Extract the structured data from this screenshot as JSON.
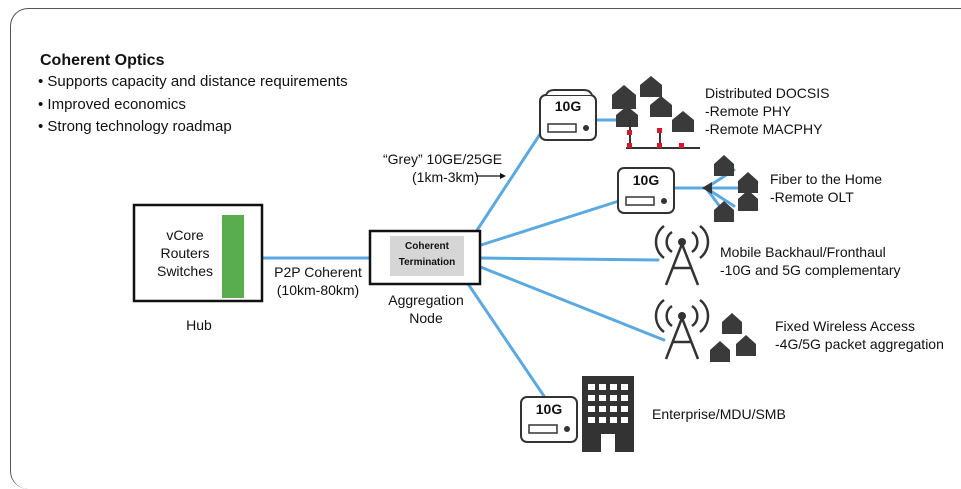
{
  "intro": {
    "title": "Coherent Optics",
    "bullets": [
      "Supports capacity and distance requirements",
      "Improved economics",
      "Strong technology roadmap"
    ]
  },
  "hub": {
    "lines": [
      "vCore",
      "Routers",
      "Switches"
    ],
    "caption": "Hub"
  },
  "p2p": {
    "line1": "P2P Coherent",
    "line2": "(10km-80km)"
  },
  "aggregation": {
    "box_line1": "Coherent",
    "box_line2": "Termination",
    "caption_line1": "Aggregation",
    "caption_line2": "Node"
  },
  "grey_link": {
    "line1": "“Grey” 10GE/25GE",
    "line2": "(1km-3km)"
  },
  "node_label": "10G",
  "endpoints": {
    "docsis": [
      "Distributed DOCSIS",
      "-Remote PHY",
      "-Remote MACPHY"
    ],
    "ftth": [
      "Fiber to the Home",
      "-Remote OLT"
    ],
    "mobile": [
      "Mobile Backhaul/Fronthaul",
      "-10G and 5G complementary"
    ],
    "fwa": [
      "Fixed Wireless Access",
      "-4G/5G packet aggregation"
    ],
    "enterprise": [
      "Enterprise/MDU/SMB"
    ]
  },
  "colors": {
    "link": "#5aa9e0",
    "hub_bar": "#5aad4e",
    "termination": "#d6d6d6",
    "icon": "#3a3a3a"
  }
}
